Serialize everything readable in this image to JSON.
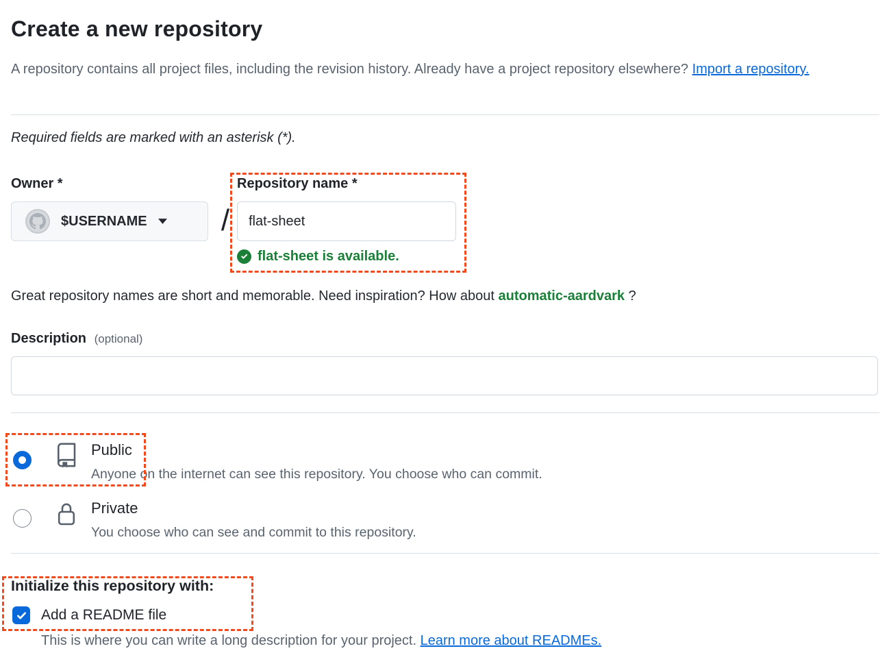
{
  "page": {
    "heading": "Create a new repository"
  },
  "intro": {
    "text_before_link": "A repository contains all project files, including the revision history. Already have a project repository elsewhere? ",
    "link_label": "Import a repository."
  },
  "required_note": "Required fields are marked with an asterisk (*).",
  "owner_field": {
    "label": "Owner *",
    "selected_owner": "$USERNAME"
  },
  "separator": "/",
  "repo_name_field": {
    "label": "Repository name *",
    "value": "flat-sheet",
    "availability_message": "flat-sheet is available."
  },
  "name_hint": {
    "text_before": "Great repository names are short and memorable. Need inspiration? How about ",
    "suggestion": "automatic-aardvark",
    "text_after": " ?"
  },
  "description_field": {
    "label": "Description",
    "optional_note": "(optional)",
    "value": ""
  },
  "visibility": {
    "public_option": {
      "label": "Public",
      "description": "Anyone on the internet can see this repository. You choose who can commit.",
      "selected": true
    },
    "private_option": {
      "label": "Private",
      "description": "You choose who can see and commit to this repository.",
      "selected": false
    }
  },
  "initialize_section": {
    "heading": "Initialize this repository with:",
    "readme_checkbox": {
      "label": "Add a README file",
      "checked": true,
      "help_text": "This is where you can write a long description for your project. ",
      "help_link_label": "Learn more about READMEs."
    }
  },
  "icons": {
    "owner_avatar": "octocat-avatar",
    "owner_dropdown": "caret-down",
    "availability": "check-circle",
    "public": "repo-book",
    "private": "lock",
    "readme": "checkmark"
  },
  "colors": {
    "link_blue": "#0969da",
    "accent_blue": "#0969da",
    "success_green": "#1a7f37",
    "annotation_red_orange": "#f14a1f",
    "text_primary": "#1f2328",
    "text_secondary": "#59636e",
    "input_border": "#d0d7de",
    "owner_button_bg": "#f6f8fa"
  }
}
